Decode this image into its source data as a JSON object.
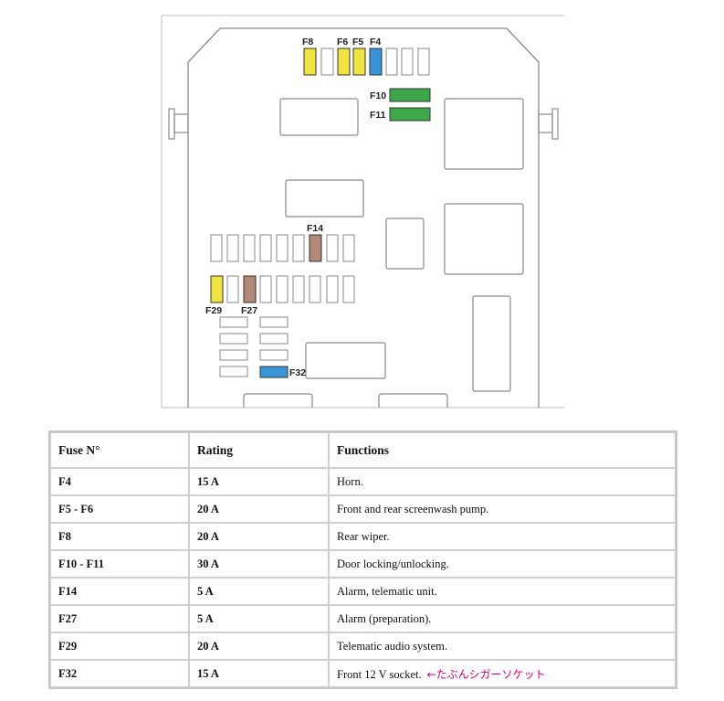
{
  "colors": {
    "yellow": "#f0e540",
    "blue": "#3a95d6",
    "green": "#3fa64a",
    "brown": "#b08a76",
    "outline": "#8a8a8a",
    "note": "#cc0077"
  },
  "diagram": {
    "labels": {
      "f8": "F8",
      "f6": "F6",
      "f5": "F5",
      "f4": "F4",
      "f10": "F10",
      "f11": "F11",
      "f14": "F14",
      "f29": "F29",
      "f27": "F27",
      "f32": "F32"
    }
  },
  "table": {
    "headers": [
      "Fuse N°",
      "Rating",
      "Functions"
    ],
    "rows": [
      {
        "fuse": "F4",
        "rating": "15 A",
        "function": "Horn."
      },
      {
        "fuse": "F5 - F6",
        "rating": "20 A",
        "function": "Front and rear screenwash pump."
      },
      {
        "fuse": "F8",
        "rating": "20 A",
        "function": "Rear wiper."
      },
      {
        "fuse": "F10 - F11",
        "rating": "30 A",
        "function": "Door locking/unlocking."
      },
      {
        "fuse": "F14",
        "rating": "5 A",
        "function": "Alarm, telematic unit."
      },
      {
        "fuse": "F27",
        "rating": "5 A",
        "function": "Alarm (preparation)."
      },
      {
        "fuse": "F29",
        "rating": "20 A",
        "function": "Telematic audio system."
      },
      {
        "fuse": "F32",
        "rating": "15 A",
        "function": "Front 12 V socket.",
        "note": "←たぶんシガーソケット"
      }
    ]
  }
}
